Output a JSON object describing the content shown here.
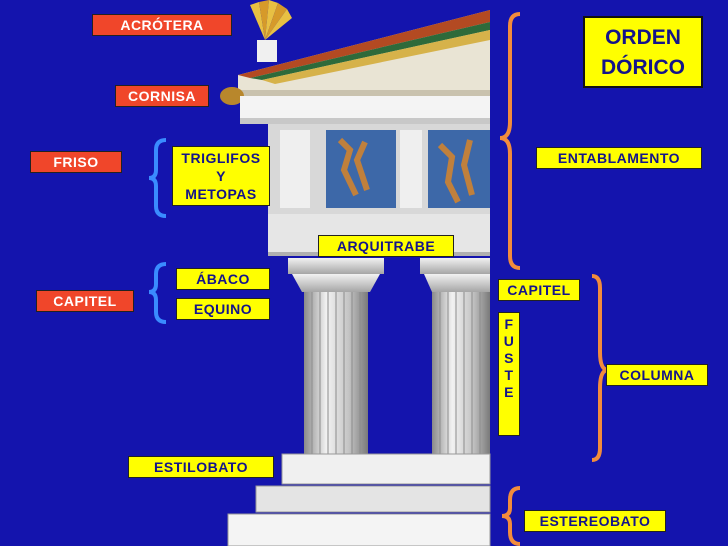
{
  "title": {
    "line1": "ORDEN",
    "line2": "DÓRICO"
  },
  "labels": {
    "acrotera": "ACRÓTERA",
    "cornisa": "CORNISA",
    "friso": "FRISO",
    "triglifos_1": "TRIGLIFOS",
    "triglifos_2": "Y",
    "triglifos_3": "METOPAS",
    "arquitrabe": "ARQUITRABE",
    "abaco": "ÁBACO",
    "equino": "EQUINO",
    "capitel_left": "CAPITEL",
    "estilobato": "ESTILOBATO",
    "entablamento": "ENTABLAMENTO",
    "capitel_right": "CAPITEL",
    "fuste": [
      "F",
      "U",
      "S",
      "T",
      "E"
    ],
    "columna": "COLUMNA",
    "estereobato": "ESTEREOBATO"
  },
  "colors": {
    "background": "#1414ad",
    "label_red": "#f0462a",
    "label_yellow": "#ffff00",
    "brace_blue": "#3a8cff",
    "brace_orange": "#f28c3c"
  }
}
